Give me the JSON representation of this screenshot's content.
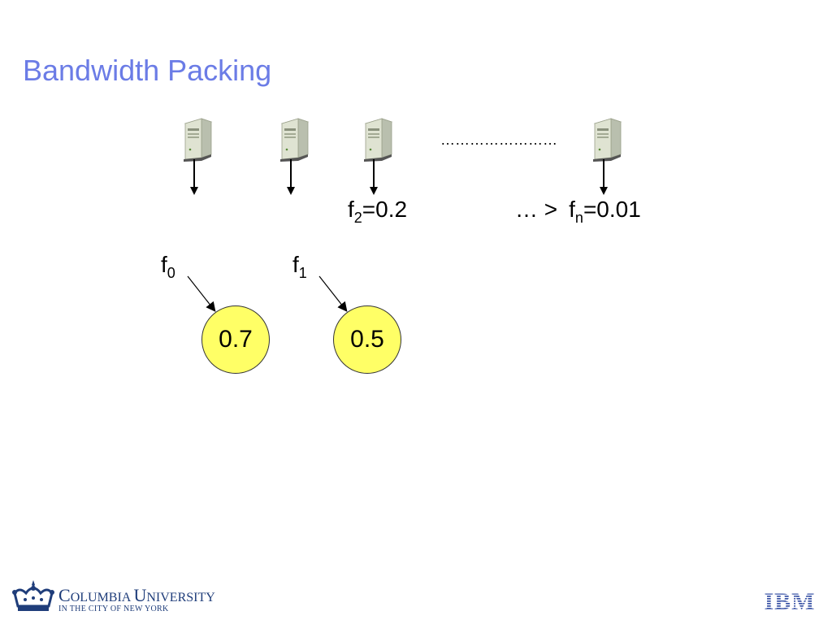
{
  "slide": {
    "title": "Bandwidth Packing"
  },
  "diagram": {
    "dots": "……………………",
    "f2": {
      "name": "f",
      "sub": "2",
      "value": "=0.2"
    },
    "fn": {
      "prefix": "… >",
      "name": "f",
      "sub": "n",
      "value": "=0.01"
    },
    "f0": {
      "name": "f",
      "sub": "0"
    },
    "f1": {
      "name": "f",
      "sub": "1"
    },
    "bins": [
      "0.7",
      "0.5"
    ]
  },
  "footer": {
    "columbia": {
      "line1_a": "C",
      "line1_b": "OLUMBIA ",
      "line1_c": "U",
      "line1_d": "NIVERSITY",
      "line2": "IN THE CITY OF NEW YORK"
    },
    "ibm": "IBM"
  },
  "colors": {
    "title": "#6b7ce6",
    "bin_fill": "#ffff66",
    "columbia_blue": "#1f3d7a",
    "ibm_blue": "#3f58a8"
  }
}
